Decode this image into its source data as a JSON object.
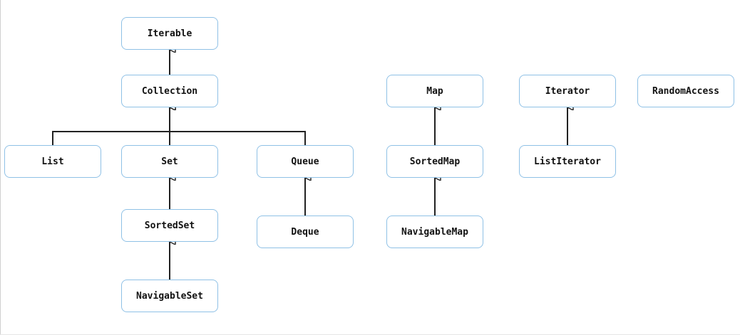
{
  "diagram": {
    "nodes": {
      "iterable": "Iterable",
      "collection": "Collection",
      "list": "List",
      "set": "Set",
      "queue": "Queue",
      "sorted_set": "SortedSet",
      "deque": "Deque",
      "navigable_set": "NavigableSet",
      "map": "Map",
      "sorted_map": "SortedMap",
      "navigable_map": "NavigableMap",
      "iterator": "Iterator",
      "list_iterator": "ListIterator",
      "random_access": "RandomAccess"
    },
    "edges": [
      {
        "from": "collection",
        "to": "iterable"
      },
      {
        "from": "list",
        "to": "collection"
      },
      {
        "from": "set",
        "to": "collection"
      },
      {
        "from": "queue",
        "to": "collection"
      },
      {
        "from": "sorted_set",
        "to": "set"
      },
      {
        "from": "navigable_set",
        "to": "sorted_set"
      },
      {
        "from": "deque",
        "to": "queue"
      },
      {
        "from": "sorted_map",
        "to": "map"
      },
      {
        "from": "navigable_map",
        "to": "sorted_map"
      },
      {
        "from": "list_iterator",
        "to": "iterator"
      }
    ],
    "colors": {
      "node_border": "#8fc1e6",
      "edge": "#222222",
      "text": "#111111"
    }
  }
}
